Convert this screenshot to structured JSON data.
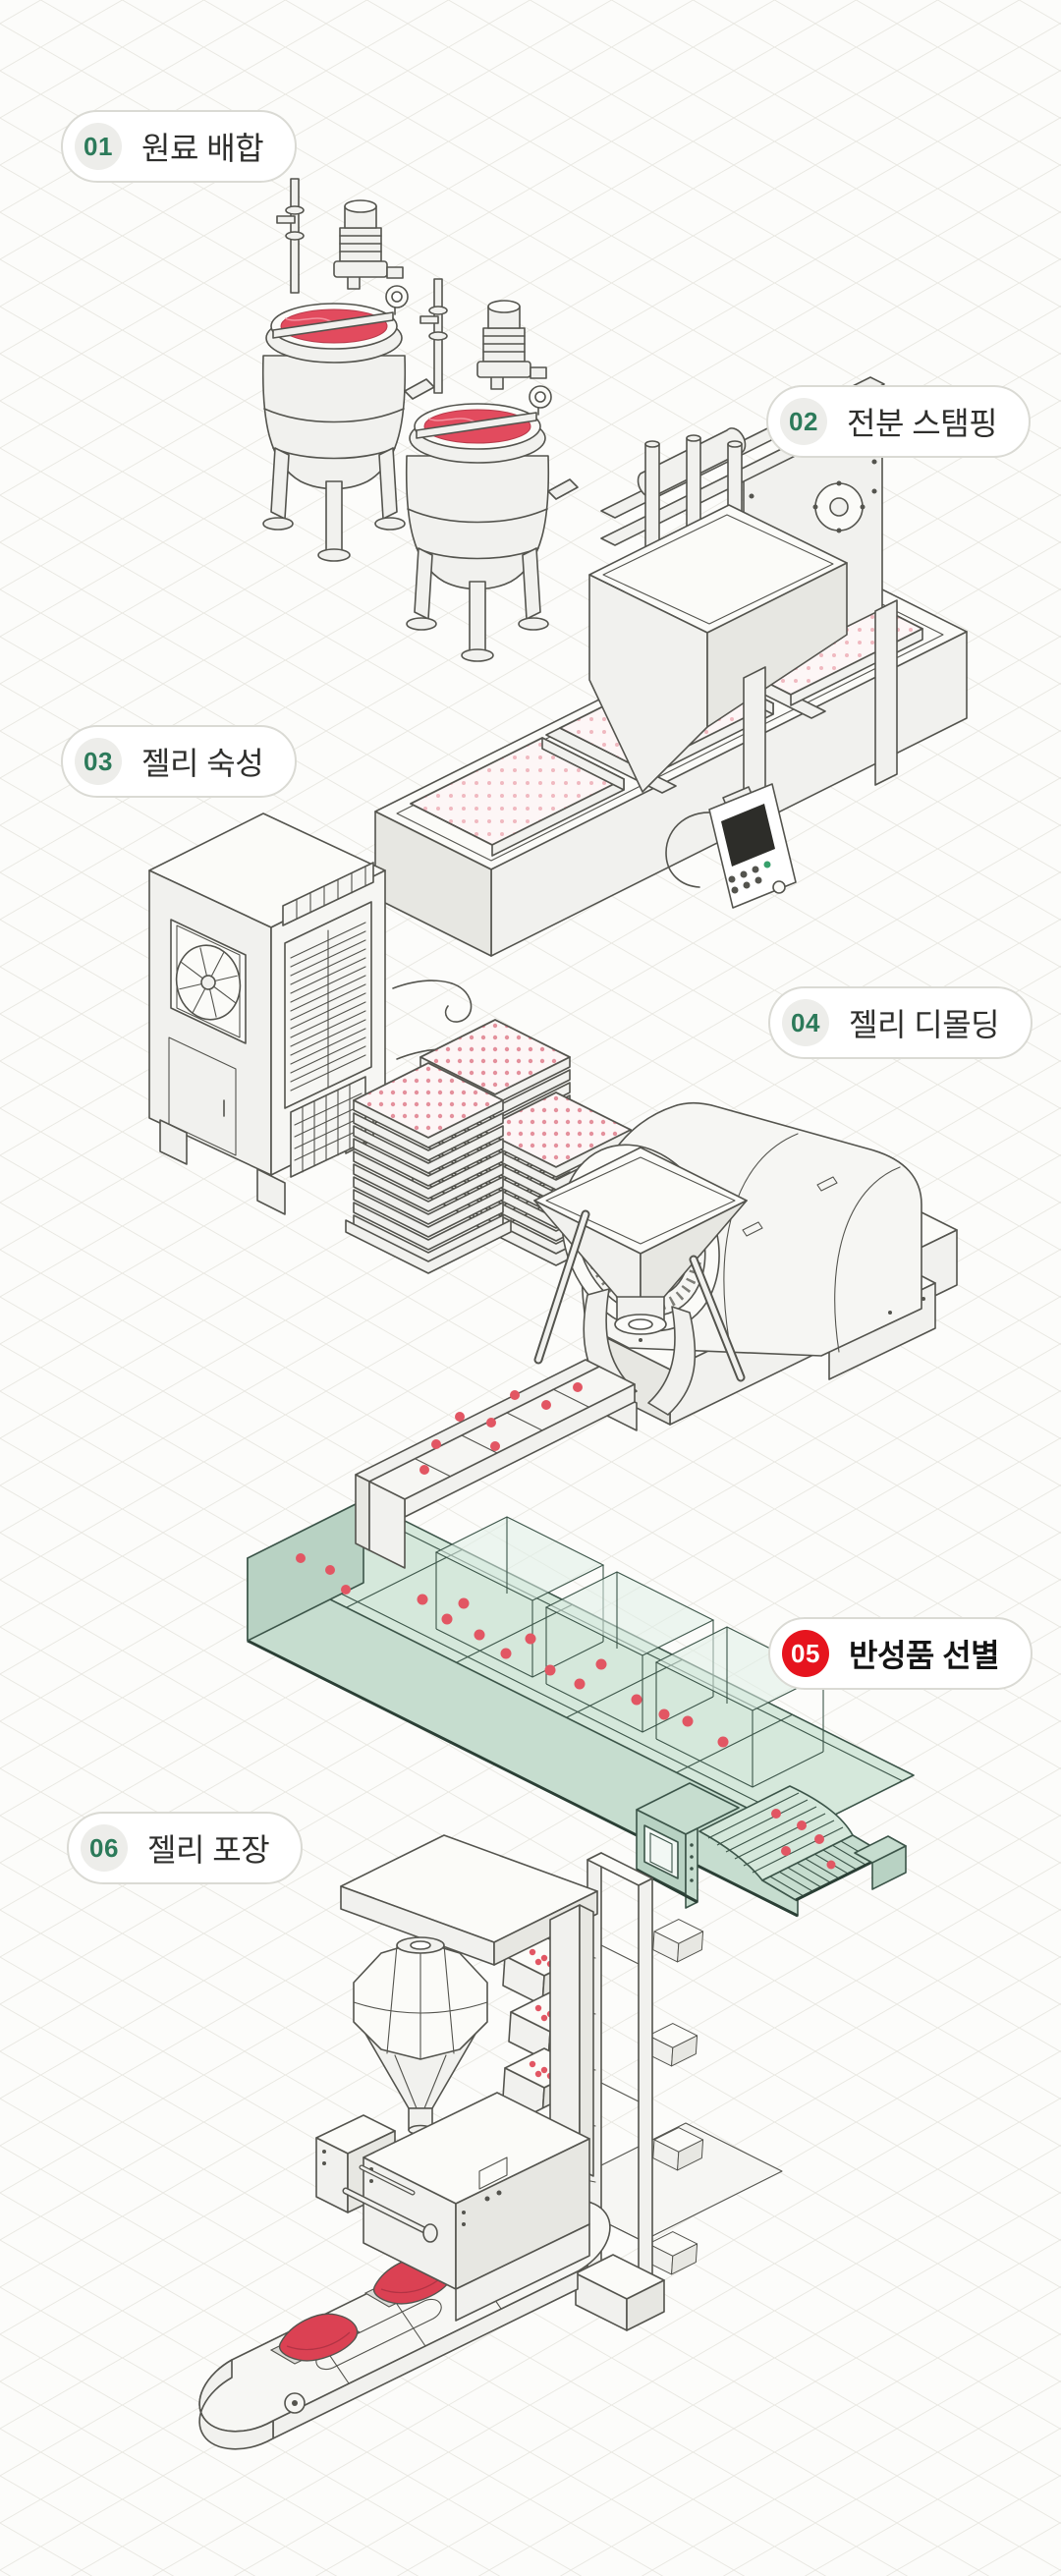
{
  "poster": {
    "language": "ko",
    "subject": "jelly-production-process"
  },
  "steps": [
    {
      "number": "01",
      "label": "원료 배합",
      "highlighted": false
    },
    {
      "number": "02",
      "label": "전분 스탬핑",
      "highlighted": false
    },
    {
      "number": "03",
      "label": "젤리 숙성",
      "highlighted": false
    },
    {
      "number": "04",
      "label": "젤리 디몰딩",
      "highlighted": false
    },
    {
      "number": "05",
      "label": "반성품 선별",
      "highlighted": true
    },
    {
      "number": "06",
      "label": "젤리 포장",
      "highlighted": false
    }
  ],
  "illustrations": [
    "mixing-tanks",
    "starch-stamping-press-conveyor",
    "cooling-unit-with-tray-stacks",
    "demolding-drum-machine",
    "green-sorting-conveyor",
    "packaging-machine-with-bucket-elevator"
  ],
  "colors": {
    "background": "#fcfcfa",
    "grid_line": "#e9e8e2",
    "machine_line": "#54544e",
    "machine_fill": "#f1f1ee",
    "badge_green_text": "#2c7a5a",
    "badge_gray_bg": "#ededea",
    "highlight_red": "#e6141e",
    "jelly_red": "#e25663",
    "jelly_bag_red": "#db4153",
    "liquid_red": "#e24b5e",
    "sorter_green": "#d5e8db",
    "pill_border": "#dadad4"
  }
}
